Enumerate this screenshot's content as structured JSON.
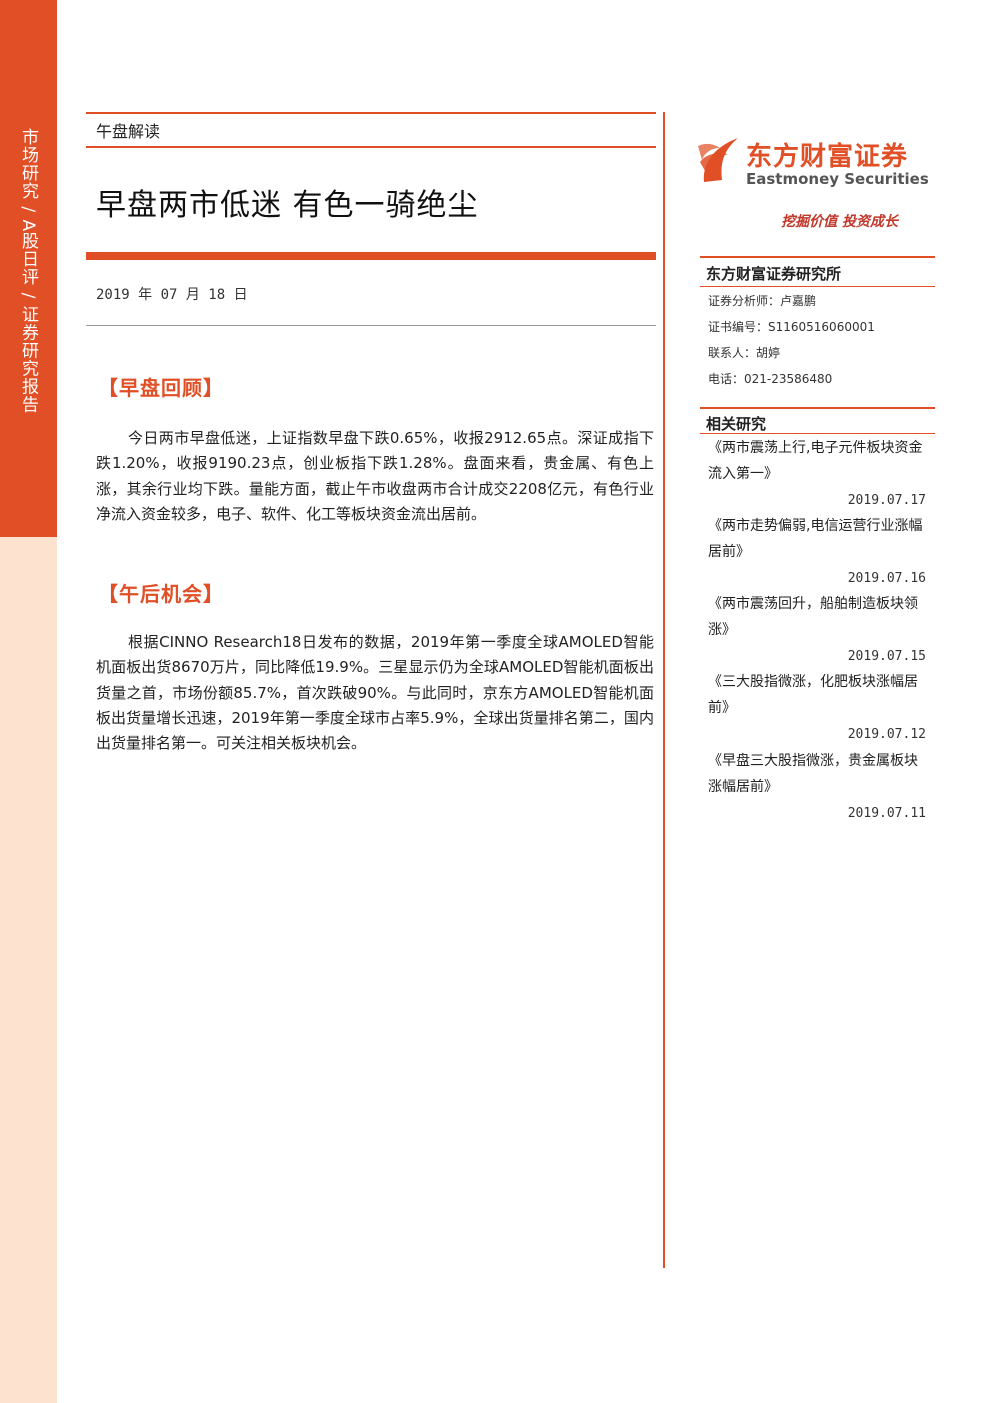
{
  "sidebar": {
    "label": "市场研究 / A股日评 / 证券研究报告"
  },
  "header": {
    "doc_type": "午盘解读",
    "title": "早盘两市低迷 有色一骑绝尘",
    "date": "2019 年 07 月 18 日"
  },
  "sections": [
    {
      "heading": "【早盘回顾】",
      "body": "今日两市早盘低迷，上证指数早盘下跌0.65%，收报2912.65点。深证成指下跌1.20%，收报9190.23点，创业板指下跌1.28%。盘面来看，贵金属、有色上涨，其余行业均下跌。量能方面，截止午市收盘两市合计成交2208亿元，有色行业净流入资金较多，电子、软件、化工等板块资金流出居前。"
    },
    {
      "heading": "【午后机会】",
      "body": "根据CINNO Research18日发布的数据，2019年第一季度全球AMOLED智能机面板出货8670万片，同比降低19.9%。三星显示仍为全球AMOLED智能机面板出货量之首，市场份额85.7%，首次跌破90%。与此同时，京东方AMOLED智能机面板出货量增长迅速，2019年第一季度全球市占率5.9%，全球出货量排名第二，国内出货量排名第一。可关注相关板块机会。"
    }
  ],
  "brand": {
    "name_cn": "东方财富证券",
    "name_en": "Eastmoney Securities",
    "slogan": "挖掘价值 投资成长",
    "accent_color": "#e04f25"
  },
  "institute": {
    "heading": "东方财富证券研究所",
    "analyst": "证券分析师：卢嘉鹏",
    "cert_no": "证书编号：S1160516060001",
    "contact": "联系人：胡婷",
    "phone": "电话：021-23586480"
  },
  "related": {
    "heading": "相关研究",
    "items": [
      {
        "title": "《两市震荡上行,电子元件板块资金流入第一》",
        "date": "2019.07.17"
      },
      {
        "title": "《两市走势偏弱,电信运营行业涨幅居前》",
        "date": "2019.07.16"
      },
      {
        "title": "《两市震荡回升，船舶制造板块领涨》",
        "date": "2019.07.15"
      },
      {
        "title": "《三大股指微涨，化肥板块涨幅居前》",
        "date": "2019.07.12"
      },
      {
        "title": "《早盘三大股指微涨，贵金属板块涨幅居前》",
        "date": "2019.07.11"
      }
    ]
  }
}
